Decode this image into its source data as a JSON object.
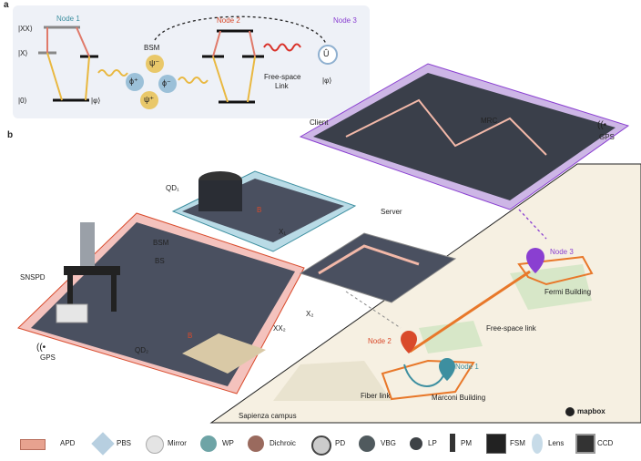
{
  "panel_a": {
    "letter": "a",
    "node1": "Node 1",
    "node2": "Node 2",
    "node3": "Node 3",
    "state_xx": "|XX⟩",
    "state_x": "|X⟩",
    "state_0": "|0⟩",
    "state_psi1": "|φ⟩",
    "state_psi3": "|φ⟩",
    "bsm": "BSM",
    "free_space": "Free-space",
    "link": "Link",
    "u_hat": "Û",
    "bell_psi_minus": "ψ⁻",
    "bell_phi_plus": "ϕ⁺",
    "bell_phi_minus": "ϕ⁻",
    "bell_psi_plus": "ψ⁺"
  },
  "panel_b": {
    "letter": "b",
    "client": "Client",
    "mrc": "MRC",
    "gps_top": "GPS",
    "gps_bottom": "GPS",
    "qd1": "QD₁",
    "x1": "X₁",
    "server": "Server",
    "snspd": "SNSPD",
    "bsm": "BSM",
    "bs": "BS",
    "qd2": "QD₂",
    "x2": "X₂",
    "xx2": "XX₂",
    "b_field_1": "B",
    "b_field_2": "B",
    "node3": "Node 3",
    "fermi": "Fermi Building",
    "free_space_link": "Free-space link",
    "node2": "Node 2",
    "node1": "Node 1",
    "fiber_link": "Fiber link",
    "marconi": "Marconi Building",
    "campus": "Sapienza campus",
    "mapbox": "mapbox"
  },
  "legend": [
    {
      "label": "APD",
      "icon": "apd-icon"
    },
    {
      "label": "PBS",
      "icon": "pbs-icon"
    },
    {
      "label": "Mirror",
      "icon": "mirror-icon"
    },
    {
      "label": "WP",
      "icon": "waveplate-icon"
    },
    {
      "label": "Dichroic",
      "icon": "dichroic-icon"
    },
    {
      "label": "PD",
      "icon": "photodiode-icon"
    },
    {
      "label": "VBG",
      "icon": "vbg-icon"
    },
    {
      "label": "LP",
      "icon": "longpass-icon"
    },
    {
      "label": "PM",
      "icon": "powermeter-icon"
    },
    {
      "label": "FSM",
      "icon": "fsm-icon"
    },
    {
      "label": "Lens",
      "icon": "lens-icon"
    },
    {
      "label": "CCD",
      "icon": "ccd-icon"
    }
  ],
  "colors": {
    "node1": "#3d8fa0",
    "node2": "#d94a2b",
    "node3": "#8a3fd1",
    "qd_yellow": "#e8b830",
    "panel_a_bg": "#eef1f7",
    "red_panel": "#f4c2bd",
    "blue_panel": "#b9dbe6",
    "purple_panel": "#cdb6e6",
    "route": "#e8782a"
  }
}
